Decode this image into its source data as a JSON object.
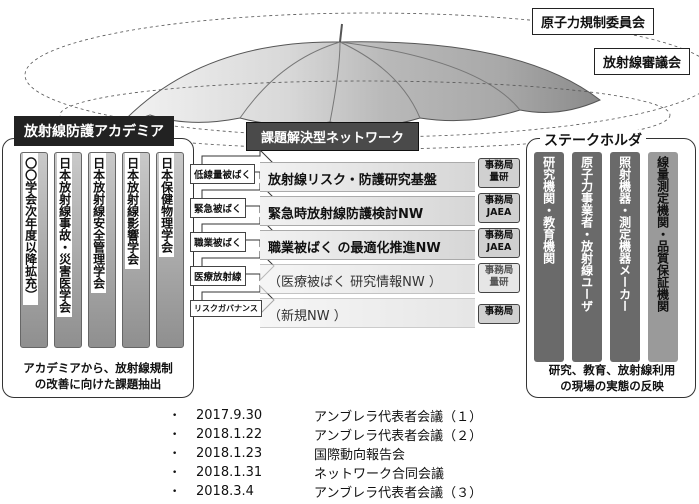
{
  "umbrella": {
    "label_top": "原子力規制委員会",
    "label_second": "放射線審議会"
  },
  "academia": {
    "title": "放射線防護アカデミア",
    "societies": [
      "〇〇学会次年度以降拡充）",
      "日本放射線事故・災害医学会",
      "日本放射線安全管理学会",
      "日本放射線影響学会",
      "日本保健物理学会"
    ],
    "caption_line1": "アカデミアから、放射線規制",
    "caption_line2": "の改善に向けた課題抽出"
  },
  "network": {
    "title": "課題解決型ネットワーク",
    "rows": [
      {
        "tag": "低線量被ばく",
        "name": "放射線リスク・防護研究基盤",
        "office_top": "事務局",
        "office_bottom": "量研"
      },
      {
        "tag": "緊急被ばく",
        "name": "緊急時放射線防護検討NW",
        "office_top": "事務局",
        "office_bottom": "JAEA"
      },
      {
        "tag": "職業被ばく",
        "name": "職業被ばく の最適化推進NW",
        "office_top": "事務局",
        "office_bottom": "JAEA"
      },
      {
        "tag": "医療放射線",
        "name": "（医療被ばく 研究情報NW ）",
        "office_top": "事務局",
        "office_bottom": "量研"
      },
      {
        "tag": "リスクガバナンス",
        "name": "（新規NW ）",
        "office_top": "事務局",
        "office_bottom": ""
      }
    ]
  },
  "stakeholders": {
    "title": "ステークホルダ",
    "groups": [
      "研究機関・教育機関",
      "原子力事業者・放射線ユーザ",
      "照射機器・測定機器メーカー",
      "線量測定機関・品質保証機関"
    ],
    "caption_line1": "研究、教育、放射線利用",
    "caption_line2": "の現場の実態の反映"
  },
  "events": [
    {
      "date": "2017.9.30",
      "name": "アンブレラ代表者会議（１）"
    },
    {
      "date": "2018.1.22",
      "name": "アンブレラ代表者会議（２）"
    },
    {
      "date": "2018.1.23",
      "name": "国際動向報告会"
    },
    {
      "date": "2018.1.31",
      "name": "ネットワーク合同会議"
    },
    {
      "date": "2018.3.4",
      "name": "アンブレラ代表者会議（３）"
    }
  ],
  "colors": {
    "umbrella_light": "#e8e8e8",
    "umbrella_dark": "#9a9a9a",
    "panel_title_bg": "#222222",
    "stakeholder_bar": "#6a6a6a"
  }
}
